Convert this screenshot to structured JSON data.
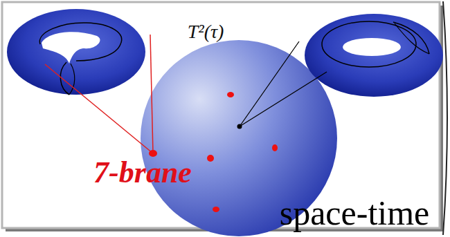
{
  "diagram": {
    "labels": [
      "T²(τ)",
      "7-brane",
      "space-time"
    ]
  }
}
